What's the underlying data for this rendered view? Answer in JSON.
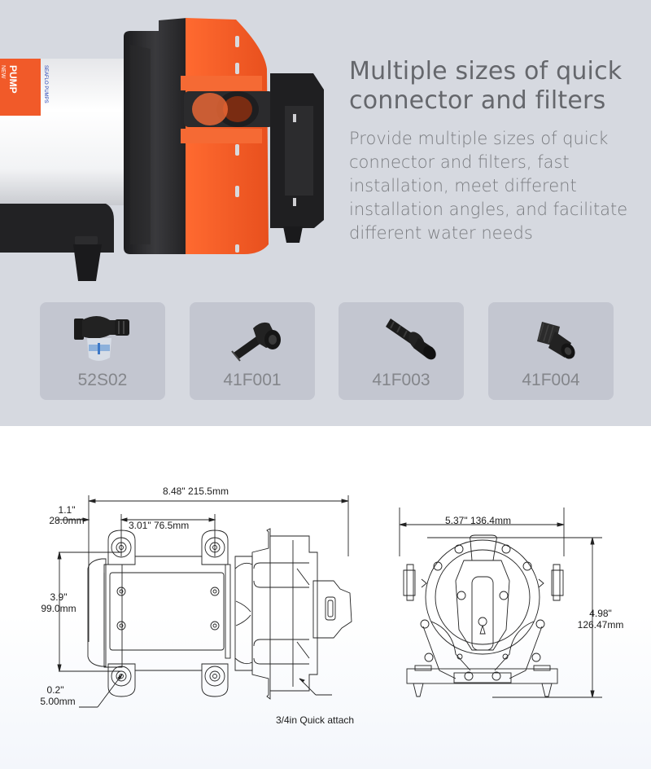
{
  "hero": {
    "headline_line1": "Multiple sizes of quick",
    "headline_line2": "connector and filters",
    "description_lines": [
      "Provide multiple sizes of quick",
      "connector and filters, fast",
      "installation, meet different",
      "installation angles, and facilitate",
      "different water needs"
    ],
    "pump_label": {
      "line1": "PUMP",
      "line2": "NEW",
      "brand_color": "#f15a29",
      "accent_text_color": "#1f3fb3"
    }
  },
  "accessories": [
    {
      "code": "52S02",
      "icon": "filter-connector-icon"
    },
    {
      "code": "41F001",
      "icon": "elbow-connector-icon"
    },
    {
      "code": "41F003",
      "icon": "barb-connector-icon"
    },
    {
      "code": "41F004",
      "icon": "threaded-connector-icon"
    }
  ],
  "dimensions": {
    "side_view": {
      "overall_length": "8.48\"  215.5mm",
      "offset_in": "1.1\"",
      "offset_mm": "28.0mm",
      "mount_spacing": "3.01\"  76.5mm",
      "mount_width_in": "3.9\"",
      "mount_width_mm": "99.0mm",
      "hole_in": "0.2\"",
      "hole_mm": "5.00mm",
      "port_note": "3/4in Quick attach"
    },
    "front_view": {
      "width": "5.37\"  136.4mm",
      "height_in": "4.98\"",
      "height_mm": "126.47mm"
    }
  },
  "colors": {
    "top_bg": "#d6d9e0",
    "card_bg": "#c3c6d0",
    "orange": "#f15a29",
    "dark_body": "#2b2b2d"
  }
}
